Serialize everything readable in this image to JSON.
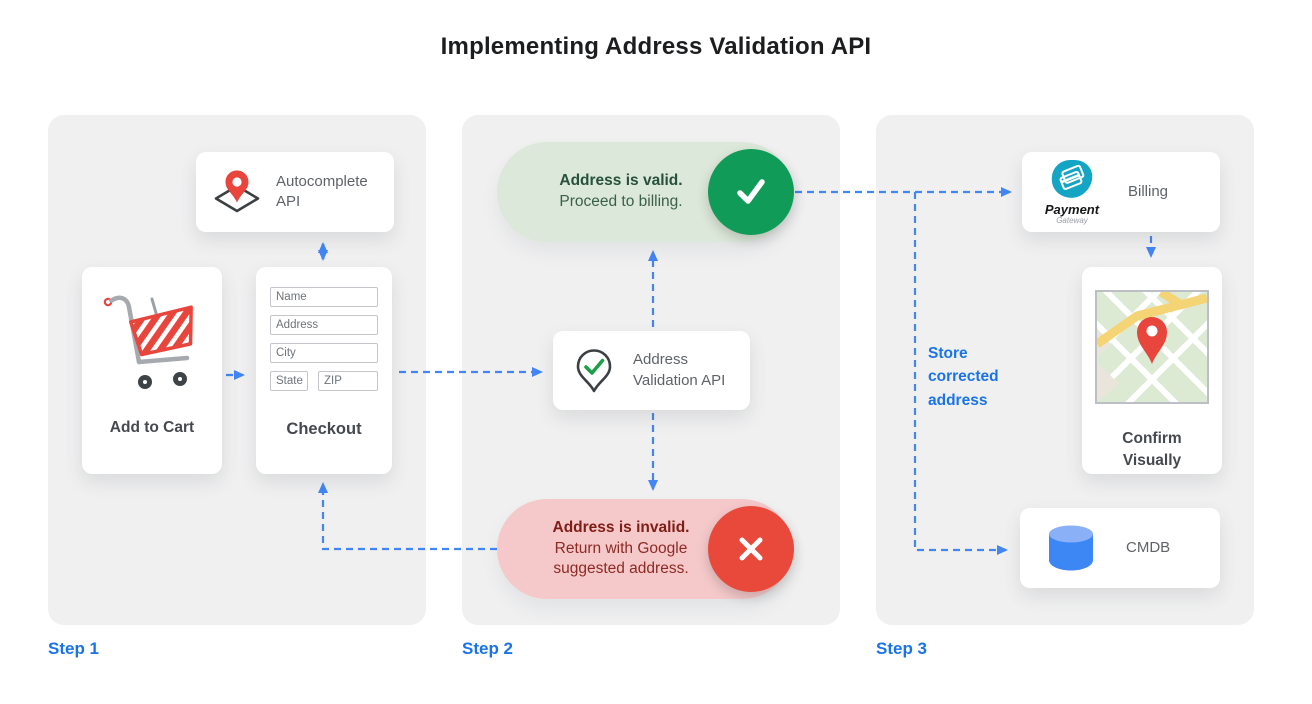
{
  "title": "Implementing Address Validation API",
  "colors": {
    "accent_blue": "#1a73e8",
    "arrow_blue": "#4285f4",
    "success_green": "#109c58",
    "valid_pill_bg": "#dce8d9",
    "error_red": "#e8493a",
    "invalid_pill_bg": "#f5c9ca",
    "panel_bg": "#f0f0f1",
    "card_text_gray": "#5f6368",
    "logo_teal": "#14a5c4",
    "database_blue": "#3d87f5",
    "pin_red": "#e8453c"
  },
  "step1": {
    "label": "Step 1",
    "autocomplete_card": {
      "label": "Autocomplete API",
      "icon": "map-pin-diamond-icon"
    },
    "cart_card": {
      "label": "Add to Cart",
      "icon": "shopping-cart-icon"
    },
    "checkout_card": {
      "label": "Checkout",
      "fields": [
        "Name",
        "Address",
        "City",
        "State",
        "ZIP"
      ]
    }
  },
  "step2": {
    "label": "Step 2",
    "valid_pill": {
      "title": "Address is valid.",
      "subtitle": "Proceed to billing.",
      "icon": "check-icon"
    },
    "validation_card": {
      "label": "Address Validation API",
      "icon": "pin-check-icon"
    },
    "invalid_pill": {
      "title": "Address is invalid.",
      "subtitle": "Return with Google suggested address.",
      "icon": "x-icon"
    }
  },
  "step3": {
    "label": "Step 3",
    "billing_card": {
      "label": "Billing",
      "logo_title": "Payment",
      "logo_subtitle": "Gateway",
      "icon": "payment-gateway-logo"
    },
    "confirm_card": {
      "label": "Confirm Visually",
      "icon": "map-thumbnail"
    },
    "cmdb_card": {
      "label": "CMDB",
      "icon": "database-icon"
    },
    "store_note": "Store corrected address"
  }
}
